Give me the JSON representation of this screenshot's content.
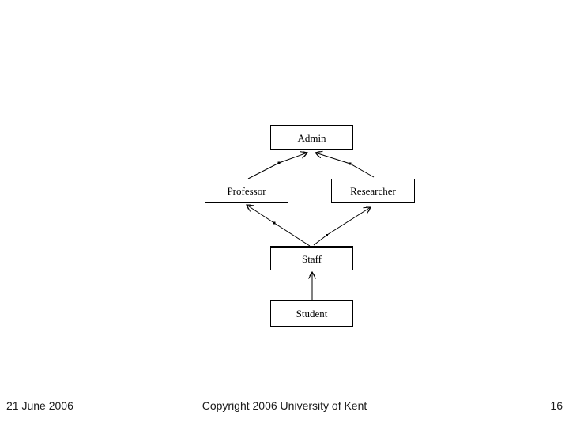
{
  "diagram": {
    "description": "Inheritance hierarchy diagram",
    "nodes": {
      "admin": {
        "label": "Admin"
      },
      "professor": {
        "label": "Professor"
      },
      "researcher": {
        "label": "Researcher"
      },
      "staff": {
        "label": "Staff"
      },
      "student": {
        "label": "Student"
      }
    },
    "edges": [
      {
        "from": "professor",
        "to": "admin"
      },
      {
        "from": "researcher",
        "to": "admin"
      },
      {
        "from": "staff",
        "to": "professor"
      },
      {
        "from": "staff",
        "to": "researcher"
      },
      {
        "from": "student",
        "to": "staff"
      }
    ]
  },
  "footer": {
    "date": "21 June 2006",
    "copyright": "Copyright 2006 University of Kent",
    "slide_number": "16"
  },
  "colors": {
    "background": "#ffffff",
    "line": "#000000",
    "box_border": "#000000",
    "text": "#000000",
    "footer_text": "#1a1a1a"
  }
}
